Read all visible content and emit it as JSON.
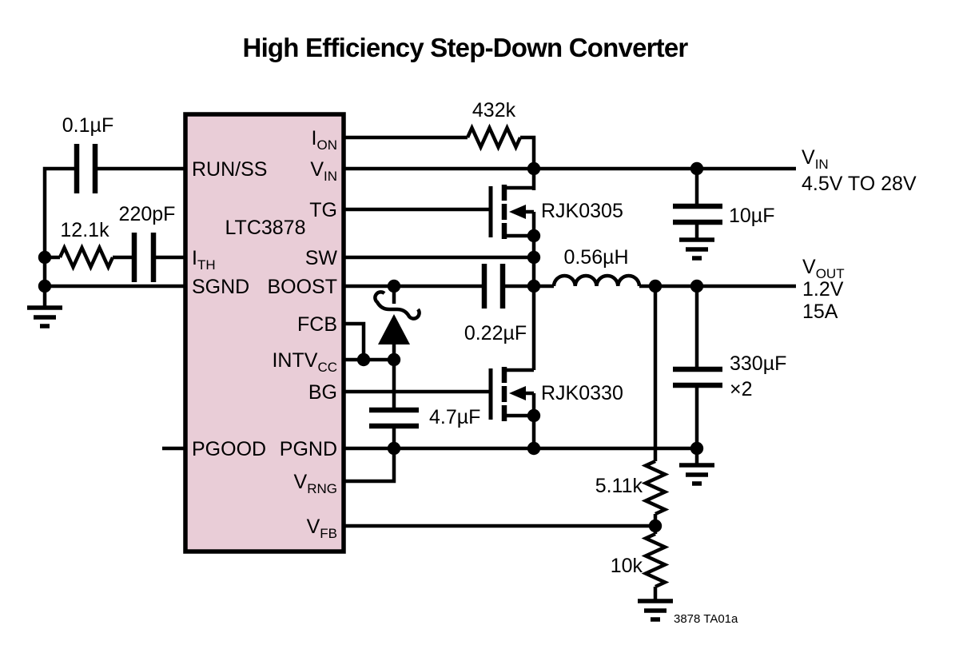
{
  "title": "High Efficiency Step-Down Converter",
  "ic": {
    "part_number": "LTC3878",
    "fill_color": "#e9cdd7",
    "pins": {
      "run_ss": {
        "label": "RUN/SS"
      },
      "ith": {
        "main": "I",
        "sub": "TH"
      },
      "sgnd": {
        "label": "SGND"
      },
      "pgood": {
        "label": "PGOOD"
      },
      "ion": {
        "main": "I",
        "sub": "ON"
      },
      "vin": {
        "main": "V",
        "sub": "IN"
      },
      "tg": {
        "label": "TG"
      },
      "sw": {
        "label": "SW"
      },
      "boost": {
        "label": "BOOST"
      },
      "fcb": {
        "label": "FCB"
      },
      "intvcc": {
        "main": "INTV",
        "sub": "CC"
      },
      "bg": {
        "label": "BG"
      },
      "pgnd": {
        "label": "PGND"
      },
      "vrng": {
        "main": "V",
        "sub": "RNG"
      },
      "vfb": {
        "main": "V",
        "sub": "FB"
      }
    }
  },
  "components": {
    "soft_start_cap": {
      "value": "0.1µF"
    },
    "ith_resistor": {
      "value": "12.1k"
    },
    "ith_cap": {
      "value": "220pF"
    },
    "ion_resistor": {
      "value": "432k"
    },
    "top_mosfet": {
      "value": "RJK0305"
    },
    "bottom_mosfet": {
      "value": "RJK0330"
    },
    "boost_cap": {
      "value": "0.22µF"
    },
    "intvcc_cap": {
      "value": "4.7µF"
    },
    "inductor": {
      "value": "0.56µH"
    },
    "input_cap": {
      "value": "10µF"
    },
    "output_cap": {
      "value": "330µF",
      "qty": "×2"
    },
    "fb_top_resistor": {
      "value": "5.11k"
    },
    "fb_bottom_resistor": {
      "value": "10k"
    }
  },
  "nets": {
    "vin": {
      "main": "V",
      "sub": "IN",
      "range": "4.5V TO 28V"
    },
    "vout": {
      "main": "V",
      "sub": "OUT",
      "voltage": "1.2V",
      "current": "15A"
    }
  },
  "footnote": "3878 TA01a"
}
